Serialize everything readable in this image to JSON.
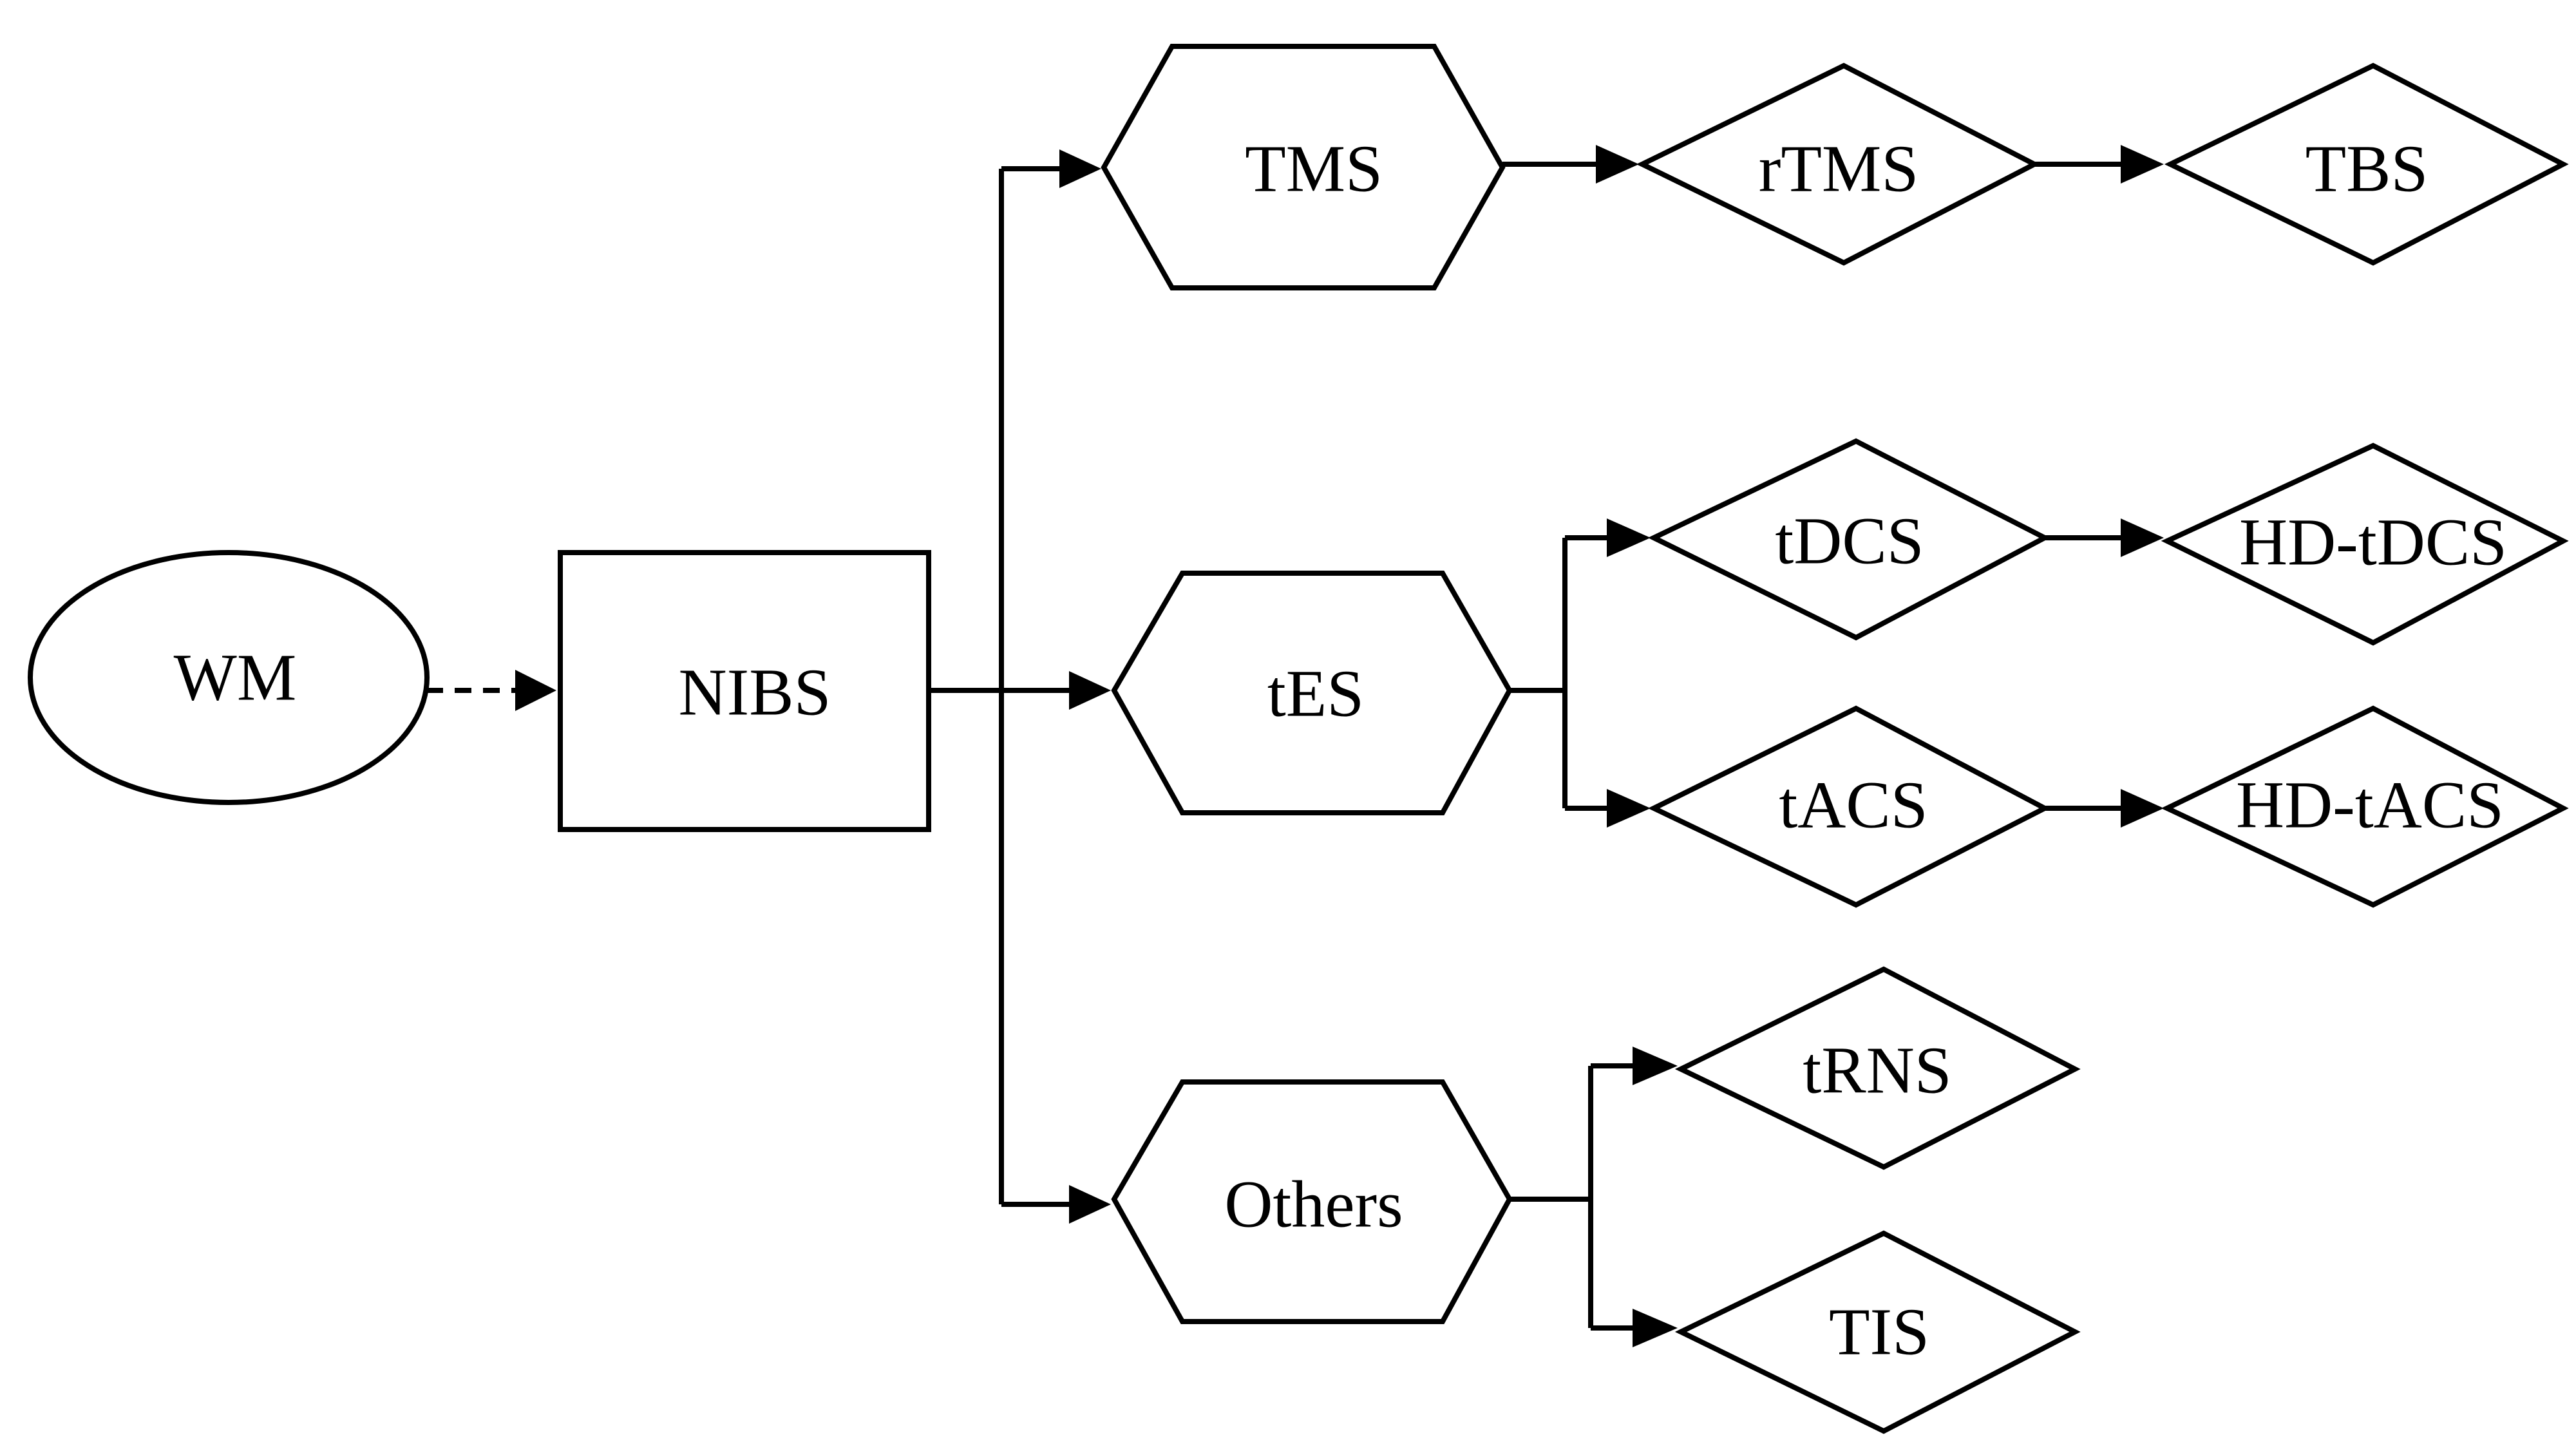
{
  "nodes": {
    "wm": "WM",
    "nibs": "NIBS",
    "tms": "TMS",
    "tes": "tES",
    "others": "Others",
    "rtms": "rTMS",
    "tbs": "TBS",
    "tdcs": "tDCS",
    "hd_tdcs": "HD-tDCS",
    "tacs": "tACS",
    "hd_tacs": "HD-tACS",
    "trns": "tRNS",
    "tis": "TIS"
  },
  "shape_types": {
    "wm": "ellipse",
    "nibs": "rectangle",
    "tms": "hexagon",
    "tes": "hexagon",
    "others": "hexagon",
    "rtms": "diamond",
    "tbs": "diamond",
    "tdcs": "diamond",
    "hd_tdcs": "diamond",
    "tacs": "diamond",
    "hd_tacs": "diamond",
    "trns": "diamond",
    "tis": "diamond"
  },
  "edges": [
    {
      "from": "wm",
      "to": "nibs",
      "style": "dashed"
    },
    {
      "from": "nibs",
      "to": "tms",
      "style": "solid"
    },
    {
      "from": "nibs",
      "to": "tes",
      "style": "solid"
    },
    {
      "from": "nibs",
      "to": "others",
      "style": "solid"
    },
    {
      "from": "tms",
      "to": "rtms",
      "style": "solid"
    },
    {
      "from": "rtms",
      "to": "tbs",
      "style": "solid"
    },
    {
      "from": "tes",
      "to": "tdcs",
      "style": "solid"
    },
    {
      "from": "tes",
      "to": "tacs",
      "style": "solid"
    },
    {
      "from": "tdcs",
      "to": "hd_tdcs",
      "style": "solid"
    },
    {
      "from": "tacs",
      "to": "hd_tacs",
      "style": "solid"
    },
    {
      "from": "others",
      "to": "trns",
      "style": "solid"
    },
    {
      "from": "others",
      "to": "tis",
      "style": "solid"
    }
  ],
  "colors": {
    "stroke": "#000000",
    "fill": "#ffffff",
    "background": "#ffffff"
  }
}
